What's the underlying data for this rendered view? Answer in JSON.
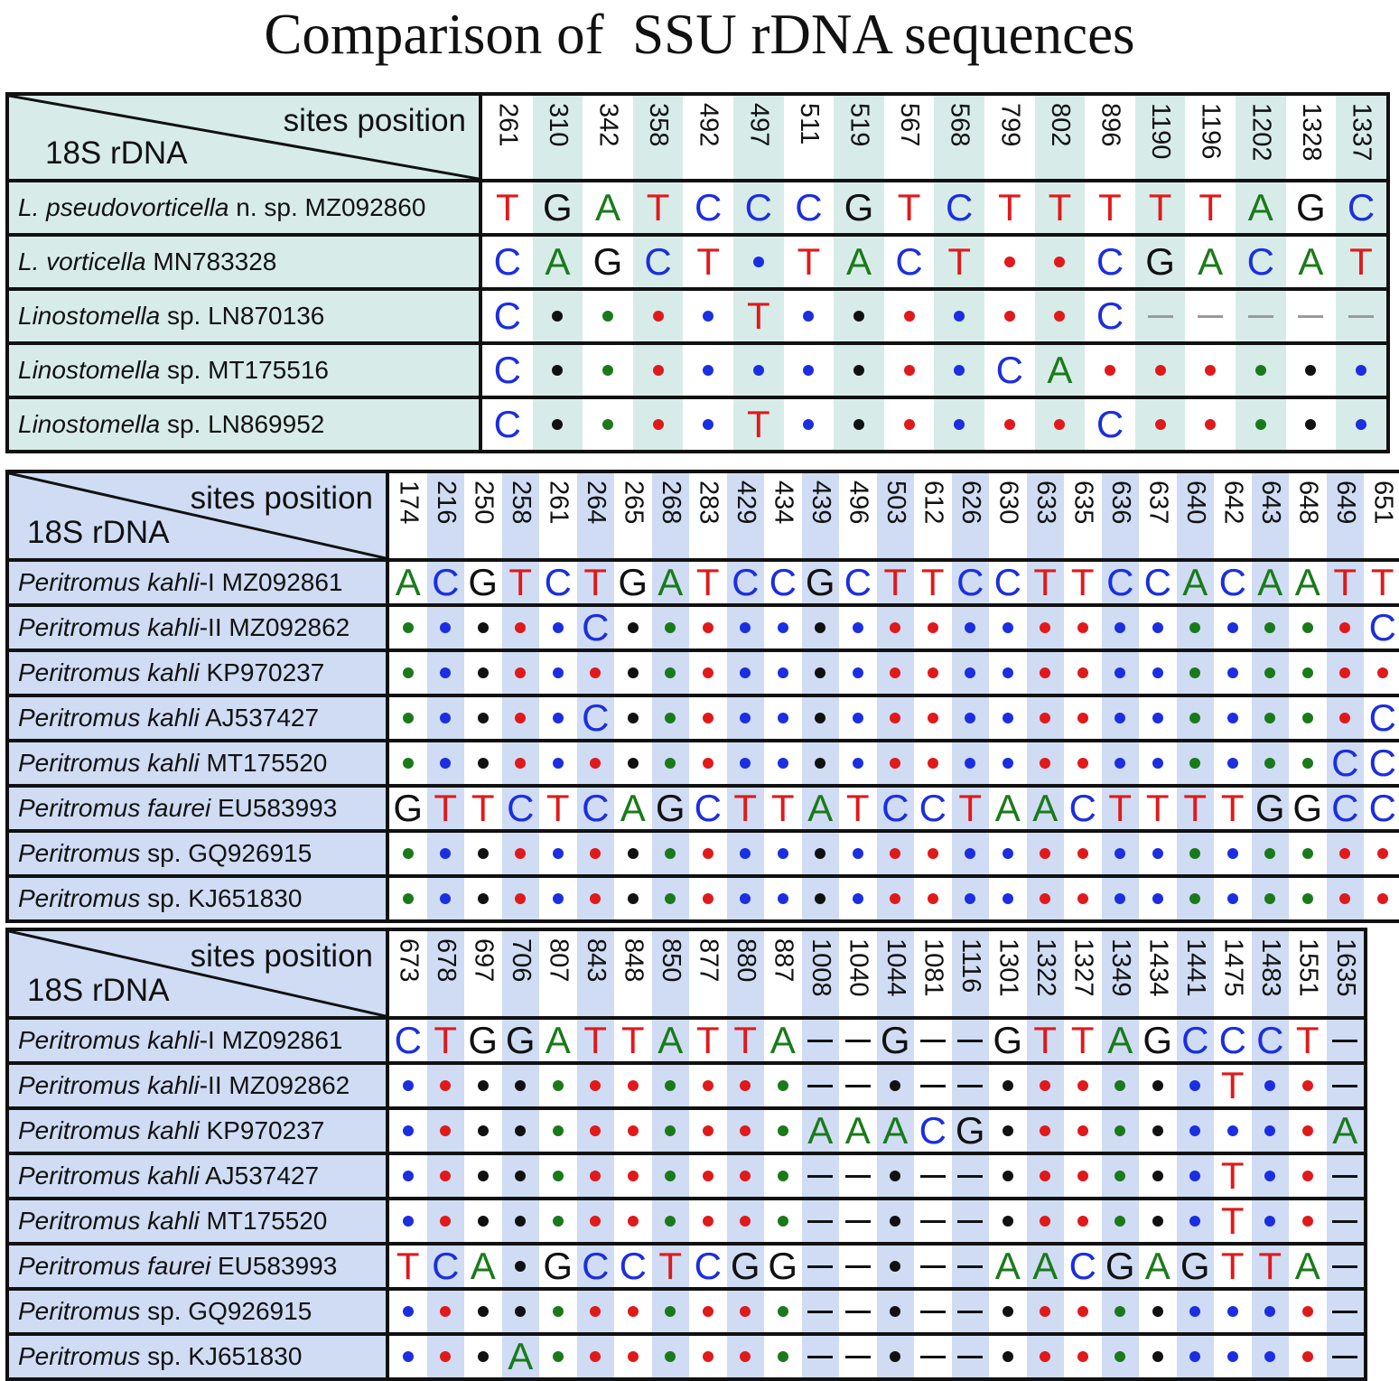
{
  "title": "Comparison of  SSU rDNA sequences",
  "colors": {
    "A": "#1a7a1a",
    "C": "#1b2ee0",
    "G": "#111111",
    "T": "#e0191b",
    "-": "#111111"
  },
  "tables": [
    {
      "id": "t1",
      "header_sites": "sites position",
      "header_gene": "18S rDNA",
      "dash_color": "#9a9a9a",
      "columns": [
        "261",
        "310",
        "342",
        "358",
        "492",
        "497",
        "511",
        "519",
        "567",
        "568",
        "799",
        "802",
        "896",
        "1190",
        "1196",
        "1202",
        "1328",
        "1337"
      ],
      "rows": [
        {
          "name_italic": "L. pseudovorticella",
          "name_rest": " n. sp. MZ092860",
          "seq": [
            "T",
            "G",
            "A",
            "T",
            "C",
            "C",
            "C",
            "G",
            "T",
            "C",
            "T",
            "T",
            "T",
            "T",
            "T",
            "A",
            "G",
            "C"
          ]
        },
        {
          "name_italic": "L. vorticella",
          "name_rest": " MN783328",
          "seq": [
            "C",
            "A",
            "G",
            "C",
            "T",
            ".",
            "T",
            "A",
            "C",
            "T",
            ".",
            ".",
            "C",
            "G",
            "A",
            "C",
            "A",
            "T"
          ]
        },
        {
          "name_italic": "Linostomella",
          "name_rest": " sp. LN870136",
          "seq": [
            "C",
            ".",
            ".",
            ".",
            ".",
            "T",
            ".",
            ".",
            ".",
            ".",
            ".",
            ".",
            "C",
            "-",
            "-",
            "-",
            "-",
            "-"
          ]
        },
        {
          "name_italic": "Linostomella",
          "name_rest": " sp. MT175516",
          "seq": [
            "C",
            ".",
            ".",
            ".",
            ".",
            ".",
            ".",
            ".",
            ".",
            ".",
            "C",
            "A",
            ".",
            ".",
            ".",
            ".",
            ".",
            "."
          ]
        },
        {
          "name_italic": "Linostomella",
          "name_rest": " sp. LN869952",
          "seq": [
            "C",
            ".",
            ".",
            ".",
            ".",
            "T",
            ".",
            ".",
            ".",
            ".",
            ".",
            ".",
            "C",
            ".",
            ".",
            ".",
            ".",
            "."
          ]
        }
      ]
    },
    {
      "id": "t2",
      "header_sites": "sites position",
      "header_gene": "18S rDNA",
      "dash_color": "#111111",
      "columns": [
        "174",
        "216",
        "250",
        "258",
        "261",
        "264",
        "265",
        "268",
        "283",
        "429",
        "434",
        "439",
        "496",
        "503",
        "612",
        "626",
        "630",
        "633",
        "635",
        "636",
        "637",
        "640",
        "642",
        "643",
        "648",
        "649",
        "651"
      ],
      "rows": [
        {
          "name_italic": "Peritromus kahli",
          "name_rest": "-I MZ092861",
          "seq": [
            "A",
            "C",
            "G",
            "T",
            "C",
            "T",
            "G",
            "A",
            "T",
            "C",
            "C",
            "G",
            "C",
            "T",
            "T",
            "C",
            "C",
            "T",
            "T",
            "C",
            "C",
            "A",
            "C",
            "A",
            "A",
            "T",
            "T"
          ]
        },
        {
          "name_italic": "Peritromus kahli",
          "name_rest": "-II MZ092862",
          "seq": [
            ".",
            ".",
            ".",
            ".",
            ".",
            "C",
            ".",
            ".",
            ".",
            ".",
            ".",
            ".",
            ".",
            ".",
            ".",
            ".",
            ".",
            ".",
            ".",
            ".",
            ".",
            ".",
            ".",
            ".",
            ".",
            ".",
            "C"
          ]
        },
        {
          "name_italic": "Peritromus kahli",
          "name_rest": " KP970237",
          "seq": [
            ".",
            ".",
            ".",
            ".",
            ".",
            ".",
            ".",
            ".",
            ".",
            ".",
            ".",
            ".",
            ".",
            ".",
            ".",
            ".",
            ".",
            ".",
            ".",
            ".",
            ".",
            ".",
            ".",
            ".",
            ".",
            ".",
            "."
          ]
        },
        {
          "name_italic": "Peritromus kahli",
          "name_rest": " AJ537427",
          "seq": [
            ".",
            ".",
            ".",
            ".",
            ".",
            "C",
            ".",
            ".",
            ".",
            ".",
            ".",
            ".",
            ".",
            ".",
            ".",
            ".",
            ".",
            ".",
            ".",
            ".",
            ".",
            ".",
            ".",
            ".",
            ".",
            ".",
            "C"
          ]
        },
        {
          "name_italic": "Peritromus kahli",
          "name_rest": " MT175520",
          "seq": [
            ".",
            ".",
            ".",
            ".",
            ".",
            ".",
            ".",
            ".",
            ".",
            ".",
            ".",
            ".",
            ".",
            ".",
            ".",
            ".",
            ".",
            ".",
            ".",
            ".",
            ".",
            ".",
            ".",
            ".",
            ".",
            "C",
            "C"
          ]
        },
        {
          "name_italic": "Peritromus faurei",
          "name_rest": " EU583993",
          "seq": [
            "G",
            "T",
            "T",
            "C",
            "T",
            "C",
            "A",
            "G",
            "C",
            "T",
            "T",
            "A",
            "T",
            "C",
            "C",
            "T",
            "A",
            "A",
            "C",
            "T",
            "T",
            "T",
            "T",
            "G",
            "G",
            "C",
            "C"
          ]
        },
        {
          "name_italic": "Peritromus",
          "name_rest": " sp. GQ926915",
          "seq": [
            ".",
            ".",
            ".",
            ".",
            ".",
            ".",
            ".",
            ".",
            ".",
            ".",
            ".",
            ".",
            ".",
            ".",
            ".",
            ".",
            ".",
            ".",
            ".",
            ".",
            ".",
            ".",
            ".",
            ".",
            ".",
            ".",
            "."
          ]
        },
        {
          "name_italic": "Peritromus",
          "name_rest": " sp. KJ651830",
          "seq": [
            ".",
            ".",
            ".",
            ".",
            ".",
            ".",
            ".",
            ".",
            ".",
            ".",
            ".",
            ".",
            ".",
            ".",
            ".",
            ".",
            ".",
            ".",
            ".",
            ".",
            ".",
            ".",
            ".",
            ".",
            ".",
            ".",
            "."
          ]
        }
      ]
    },
    {
      "id": "t3",
      "header_sites": "sites position",
      "header_gene": "18S rDNA",
      "dash_color": "#111111",
      "columns": [
        "673",
        "678",
        "697",
        "706",
        "807",
        "843",
        "848",
        "850",
        "877",
        "880",
        "887",
        "1008",
        "1040",
        "1044",
        "1081",
        "1116",
        "1301",
        "1322",
        "1327",
        "1349",
        "1434",
        "1441",
        "1475",
        "1483",
        "1551",
        "1635"
      ],
      "rows": [
        {
          "name_italic": "Peritromus kahli",
          "name_rest": "-I MZ092861",
          "seq": [
            "C",
            "T",
            "G",
            "G",
            "A",
            "T",
            "T",
            "A",
            "T",
            "T",
            "A",
            "-",
            "-",
            "G",
            "-",
            "-",
            "G",
            "T",
            "T",
            "A",
            "G",
            "C",
            "C",
            "C",
            "T",
            "-"
          ]
        },
        {
          "name_italic": "Peritromus kahli",
          "name_rest": "-II MZ092862",
          "seq": [
            ".",
            ".",
            ".",
            ".",
            ".",
            ".",
            ".",
            ".",
            ".",
            ".",
            ".",
            "-",
            "-",
            ".",
            "-",
            "-",
            ".",
            ".",
            ".",
            ".",
            ".",
            ".",
            "T",
            ".",
            ".",
            "-"
          ]
        },
        {
          "name_italic": "Peritromus kahli",
          "name_rest": " KP970237",
          "seq": [
            ".",
            ".",
            ".",
            ".",
            ".",
            ".",
            ".",
            ".",
            ".",
            ".",
            ".",
            "A",
            "A",
            "A",
            "C",
            "G",
            ".",
            ".",
            ".",
            ".",
            ".",
            ".",
            ".",
            ".",
            ".",
            "A"
          ]
        },
        {
          "name_italic": "Peritromus kahli",
          "name_rest": " AJ537427",
          "seq": [
            ".",
            ".",
            ".",
            ".",
            ".",
            ".",
            ".",
            ".",
            ".",
            ".",
            ".",
            "-",
            "-",
            ".",
            "-",
            "-",
            ".",
            ".",
            ".",
            ".",
            ".",
            ".",
            "T",
            ".",
            ".",
            "-"
          ]
        },
        {
          "name_italic": "Peritromus kahli",
          "name_rest": " MT175520",
          "seq": [
            ".",
            ".",
            ".",
            ".",
            ".",
            ".",
            ".",
            ".",
            ".",
            ".",
            ".",
            "-",
            "-",
            ".",
            "-",
            "-",
            ".",
            ".",
            ".",
            ".",
            ".",
            ".",
            "T",
            ".",
            ".",
            "-"
          ]
        },
        {
          "name_italic": "Peritromus faurei",
          "name_rest": " EU583993",
          "seq": [
            "T",
            "C",
            "A",
            ".",
            "G",
            "C",
            "C",
            "T",
            "C",
            "G",
            "G",
            "-",
            "-",
            ".",
            "-",
            "-",
            "A",
            "A",
            "C",
            "G",
            "A",
            "G",
            "T",
            "T",
            "A",
            "-"
          ]
        },
        {
          "name_italic": "Peritromus",
          "name_rest": " sp. GQ926915",
          "seq": [
            ".",
            ".",
            ".",
            ".",
            ".",
            ".",
            ".",
            ".",
            ".",
            ".",
            ".",
            "-",
            "-",
            ".",
            "-",
            "-",
            ".",
            ".",
            ".",
            ".",
            ".",
            ".",
            ".",
            ".",
            ".",
            "-"
          ]
        },
        {
          "name_italic": "Peritromus",
          "name_rest": " sp. KJ651830",
          "seq": [
            ".",
            ".",
            ".",
            "A",
            ".",
            ".",
            ".",
            ".",
            ".",
            ".",
            ".",
            "-",
            "-",
            ".",
            "-",
            "-",
            ".",
            ".",
            ".",
            ".",
            ".",
            ".",
            ".",
            ".",
            ".",
            "-"
          ]
        }
      ]
    }
  ]
}
